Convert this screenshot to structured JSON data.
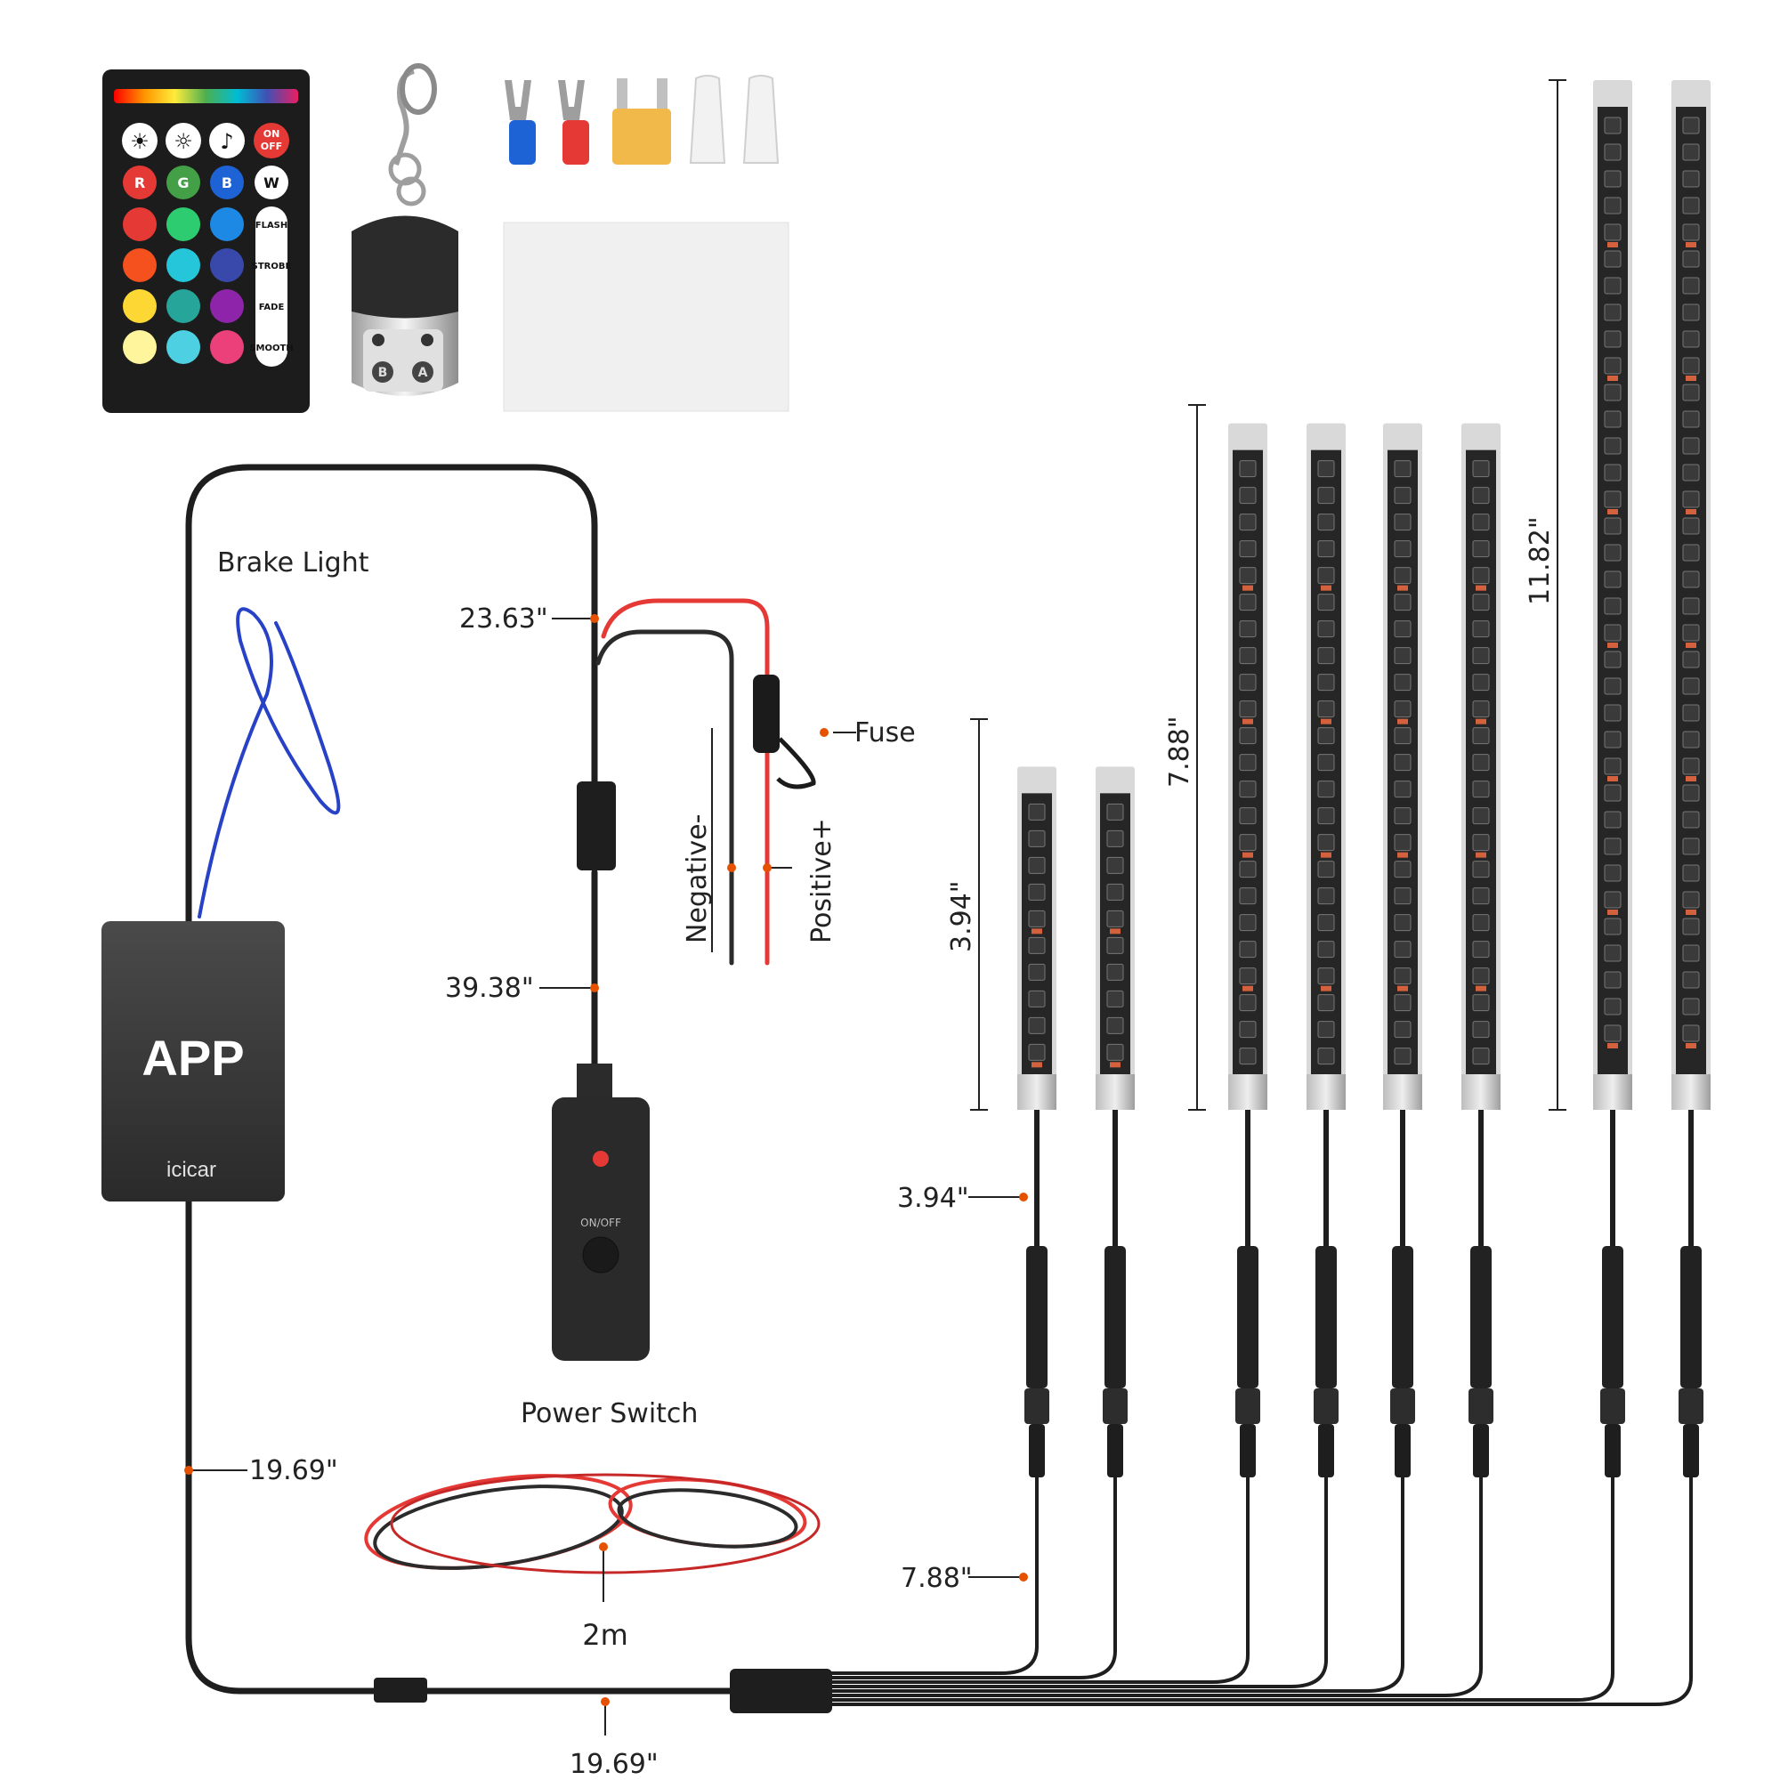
{
  "remote": {
    "buttons_row1": [
      "☀",
      "☼",
      "♪"
    ],
    "onoff": [
      "ON",
      "OFF"
    ],
    "rgbw": [
      "R",
      "G",
      "B",
      "W"
    ],
    "modes": [
      "FLASH",
      "STROBE",
      "FADE",
      "SMOOTH"
    ],
    "colors": {
      "row1": [
        "#e53935",
        "#2ecc71",
        "#1e88e5"
      ],
      "row2": [
        "#f4511e",
        "#26c6da",
        "#3949ab"
      ],
      "row3": [
        "#fdd835",
        "#26a69a",
        "#8e24aa"
      ],
      "row4": [
        "#fff59d",
        "#4dd0e1",
        "#ec407a"
      ]
    }
  },
  "fob_labels": [
    "B",
    "A"
  ],
  "labels": {
    "brake_light": "Brake Light",
    "fuse": "Fuse",
    "negative": "Negative-",
    "positive": "Positive+",
    "power_switch": "Power Switch",
    "onoff": "ON/OFF",
    "coil": "2m",
    "box_title": "APP",
    "box_brand": "icicar"
  },
  "dimensions": {
    "d_2363": "23.63\"",
    "d_3938": "39.38\"",
    "d_1969_left": "19.69\"",
    "d_1969_bottom": "19.69\"",
    "d_394_cable": "3.94\"",
    "d_788_cable": "7.88\"",
    "d_394_strip": "3.94\"",
    "d_788_strip": "7.88\"",
    "d_1182_strip": "11.82\""
  },
  "strips": {
    "groups": [
      {
        "length_in": 3.94,
        "count": 2
      },
      {
        "length_in": 7.88,
        "count": 4
      },
      {
        "length_in": 11.82,
        "count": 2
      }
    ]
  },
  "accent_colors": {
    "red_wire": "#e53935",
    "black_wire": "#2b2b2b",
    "dimension_dot": "#e65100",
    "led_glow": "#ff7043",
    "blue_wire": "#2742c6"
  }
}
